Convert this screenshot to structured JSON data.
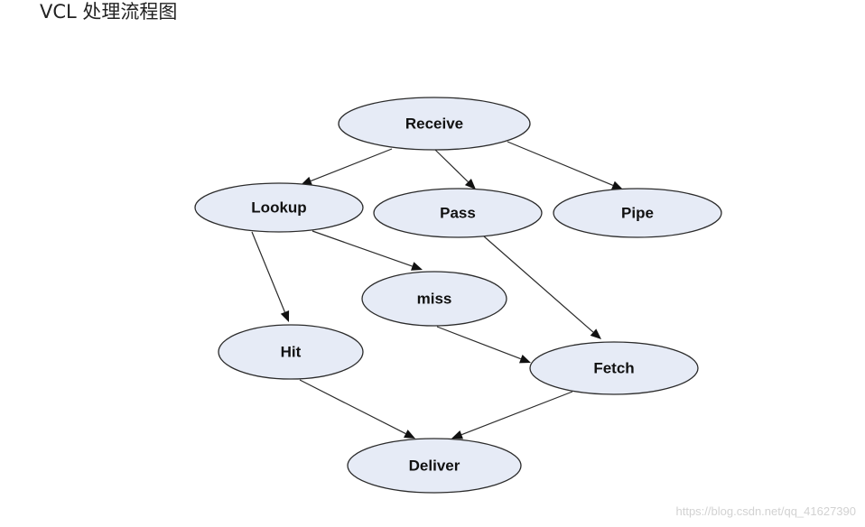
{
  "title": "VCL 处理流程图",
  "nodes": [
    {
      "id": "receive",
      "label": "Receive"
    },
    {
      "id": "lookup",
      "label": "Lookup"
    },
    {
      "id": "pass",
      "label": "Pass"
    },
    {
      "id": "pipe",
      "label": "Pipe"
    },
    {
      "id": "miss",
      "label": "miss"
    },
    {
      "id": "hit",
      "label": "Hit"
    },
    {
      "id": "fetch",
      "label": "Fetch"
    },
    {
      "id": "deliver",
      "label": "Deliver"
    }
  ],
  "edges": [
    {
      "from": "receive",
      "to": "lookup"
    },
    {
      "from": "receive",
      "to": "pass"
    },
    {
      "from": "receive",
      "to": "pipe"
    },
    {
      "from": "lookup",
      "to": "hit"
    },
    {
      "from": "lookup",
      "to": "miss"
    },
    {
      "from": "pass",
      "to": "fetch"
    },
    {
      "from": "miss",
      "to": "fetch"
    },
    {
      "from": "hit",
      "to": "deliver"
    },
    {
      "from": "fetch",
      "to": "deliver"
    }
  ],
  "colors": {
    "node_fill": "#e6ebf6",
    "node_stroke": "#2b2b2b",
    "edge": "#2b2b2b"
  },
  "watermark": "https://blog.csdn.net/qq_41627390"
}
